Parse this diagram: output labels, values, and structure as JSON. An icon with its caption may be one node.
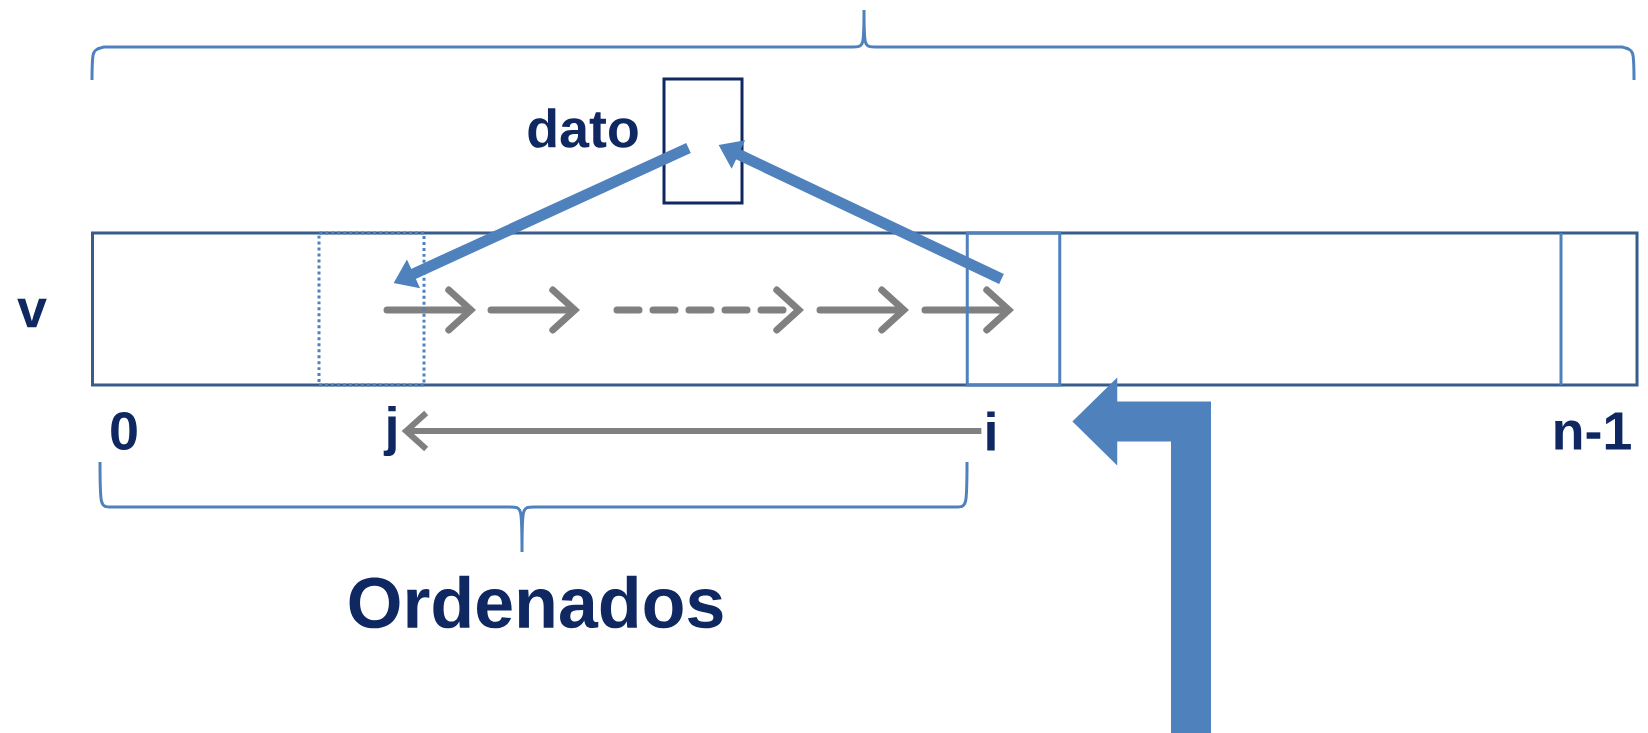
{
  "diagram": {
    "nodes": [
      {
        "text": [],
        "shape": "box",
        "beside": [
          "v"
        ]
      },
      {
        "text": [],
        "shape": "box",
        "in": 0
      },
      {
        "text": [],
        "shape": "box",
        "in": 0
      },
      {
        "text": [],
        "shape": "box",
        "beside": [
          "dato"
        ]
      },
      {
        "text": [
          "j"
        ]
      },
      {
        "text": [
          "i"
        ]
      }
    ],
    "edges": [
      {
        "from": 2,
        "to": 3,
        "arrow": "to"
      },
      {
        "from": 3,
        "to": 1,
        "arrow": "to"
      },
      {
        "from": 5,
        "to": 4,
        "arrow": "to",
        "color": "#808080"
      },
      {
        "from": null,
        "to": 2,
        "arrow": "to",
        "style": "thick"
      }
    ],
    "labels": [
      "0",
      "n-1",
      "Ordenados"
    ]
  }
}
